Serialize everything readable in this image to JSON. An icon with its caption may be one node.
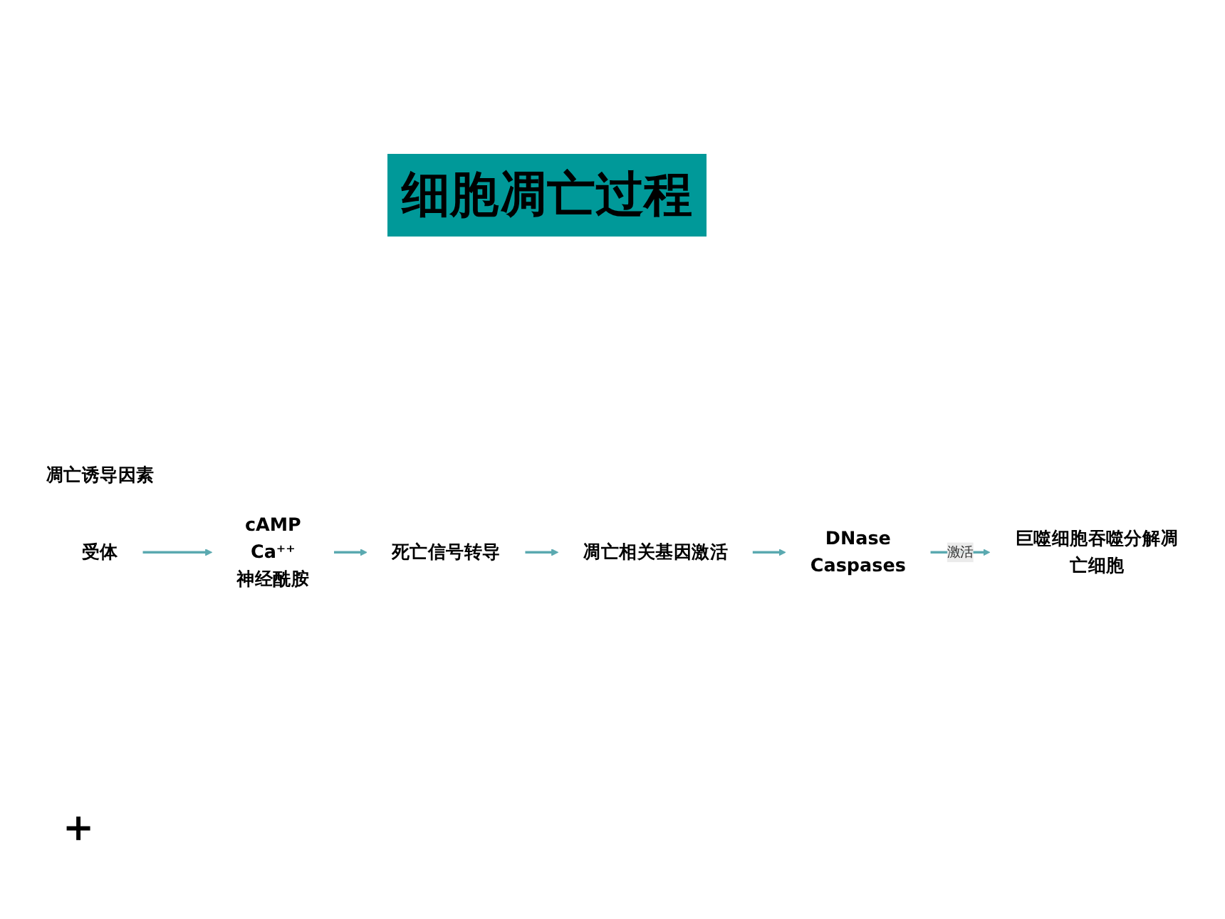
{
  "diagram": {
    "title": "细胞凋亡过程",
    "nodes": [
      {
        "text": [
          "凋亡诱导因素"
        ]
      },
      {
        "text": [
          "受体"
        ]
      },
      {
        "text": [
          "cAMP",
          "Ca⁺⁺",
          "神经酰胺"
        ]
      },
      {
        "text": [
          "死亡信号转导"
        ]
      },
      {
        "text": [
          "凋亡相关基因激活"
        ]
      },
      {
        "text": [
          "DNase",
          "Caspases"
        ]
      },
      {
        "text": [
          "巨噬细胞吞噬分解凋亡细胞"
        ]
      }
    ],
    "edges": [
      {
        "from": 1,
        "to": 2,
        "arrow": "to"
      },
      {
        "from": 2,
        "to": 3,
        "arrow": "to"
      },
      {
        "from": 3,
        "to": 4,
        "arrow": "to"
      },
      {
        "from": 4,
        "to": 5,
        "arrow": "to"
      },
      {
        "from": 5,
        "to": 6,
        "arrow": "to",
        "label": "激活"
      }
    ],
    "labels": [
      "＋"
    ]
  }
}
